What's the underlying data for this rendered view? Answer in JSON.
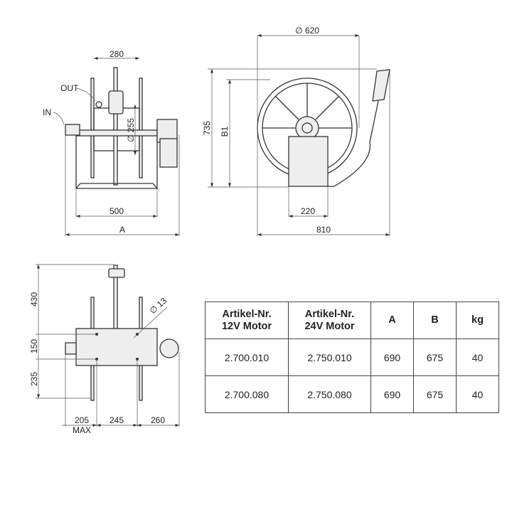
{
  "side_view": {
    "dim_width_top": "280",
    "dim_drum": "∅ 255",
    "label_out": "OUT",
    "label_in": "IN",
    "dim_base": "500",
    "dim_overall": "A"
  },
  "front_view": {
    "dim_wheel": "∅ 620",
    "dim_height": "735",
    "dim_b": "B1",
    "dim_box": "220",
    "dim_overall": "810"
  },
  "top_view": {
    "dim_430": "430",
    "dim_150": "150",
    "dim_235": "235",
    "dim_hole": "∅ 13",
    "dim_205": "205",
    "dim_max": "MAX",
    "dim_245": "245",
    "dim_260": "260"
  },
  "table": {
    "headers": [
      [
        "Artikel-Nr.",
        "12V Motor"
      ],
      [
        "Artikel-Nr.",
        "24V Motor"
      ],
      [
        "A"
      ],
      [
        "B"
      ],
      [
        "kg"
      ]
    ],
    "rows": [
      [
        "2.700.010",
        "2.750.010",
        "690",
        "675",
        "40"
      ],
      [
        "2.700.080",
        "2.750.080",
        "690",
        "675",
        "40"
      ]
    ]
  }
}
